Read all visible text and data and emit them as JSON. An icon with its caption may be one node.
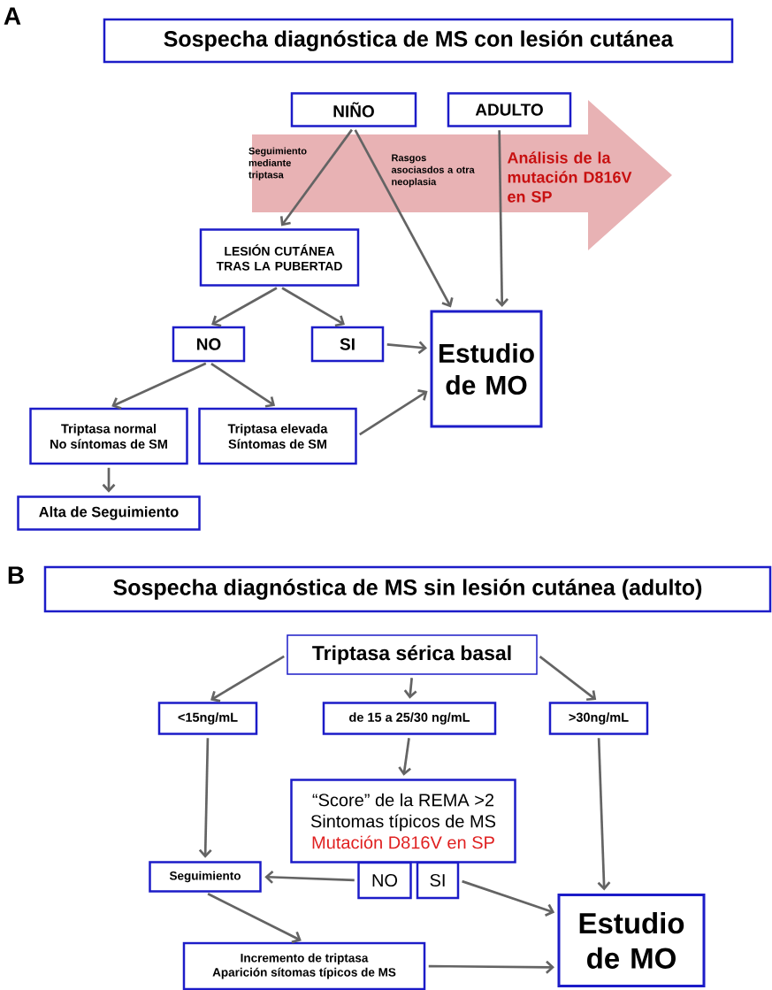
{
  "diagram": {
    "nodes": [
      {
        "text": [
          "Sospecha diagnóstica de MS con lesión cutánea"
        ]
      },
      {
        "text": [
          "NIÑO"
        ]
      },
      {
        "text": [
          "ADULTO"
        ]
      },
      {
        "text": [
          "Análisis de la mutación D816V en SP"
        ]
      },
      {
        "text": [
          "LESIÓN CUTÁNEA TRAS LA PUBERTAD"
        ]
      },
      {
        "text": [
          "NO"
        ]
      },
      {
        "text": [
          "SI"
        ]
      },
      {
        "text": [
          "Estudio de MO"
        ]
      },
      {
        "text": [
          "Triptasa normal",
          "No síntomas de SM"
        ]
      },
      {
        "text": [
          "Triptasa elevada",
          "Síntomas de SM"
        ]
      },
      {
        "text": [
          "Alta de Seguimiento"
        ]
      },
      {
        "text": [
          "Sospecha diagnóstica de MS sin lesión cutánea (adulto)"
        ]
      },
      {
        "text": [
          "Triptasa sérica basal"
        ]
      },
      {
        "text": [
          "<15ng/mL"
        ]
      },
      {
        "text": [
          "de 15 a 25/30 ng/mL"
        ]
      },
      {
        "text": [
          ">30ng/mL"
        ]
      },
      {
        "text": [
          "“Score” de la REMA >2",
          "Sintomas típicos de MS",
          "Mutación D816V en SP"
        ]
      },
      {
        "text": [
          "NO"
        ]
      },
      {
        "text": [
          "SI"
        ]
      },
      {
        "text": [
          "Seguimiento"
        ]
      },
      {
        "text": [
          "Estudio de MO"
        ]
      },
      {
        "text": [
          "Incremento de triptasa",
          "Aparición sítomas típicos de MS"
        ]
      }
    ],
    "edges": [
      {
        "from": 1,
        "to": 4,
        "arrow": "to",
        "label": "Seguimiento mediante triptasa"
      },
      {
        "from": 1,
        "to": 7,
        "arrow": "to",
        "label": "Rasgos asociasdos a otra neoplasia"
      },
      {
        "from": 2,
        "to": 7,
        "arrow": "to"
      },
      {
        "from": 4,
        "to": 5,
        "arrow": "to"
      },
      {
        "from": 4,
        "to": 6,
        "arrow": "to"
      },
      {
        "from": 6,
        "to": 7,
        "arrow": "to"
      },
      {
        "from": 5,
        "to": 8,
        "arrow": "to"
      },
      {
        "from": 5,
        "to": 9,
        "arrow": "to"
      },
      {
        "from": 9,
        "to": 7,
        "arrow": "to"
      },
      {
        "from": 8,
        "to": 10,
        "arrow": "to"
      },
      {
        "from": 12,
        "to": 13,
        "arrow": "to"
      },
      {
        "from": 12,
        "to": 14,
        "arrow": "to"
      },
      {
        "from": 12,
        "to": 15,
        "arrow": "to"
      },
      {
        "from": 14,
        "to": 16,
        "arrow": "to"
      },
      {
        "from": 13,
        "to": 19,
        "arrow": "to"
      },
      {
        "from": 15,
        "to": 20,
        "arrow": "to"
      },
      {
        "from": 17,
        "to": 19,
        "arrow": "to"
      },
      {
        "from": 18,
        "to": 20,
        "arrow": "to"
      },
      {
        "from": 19,
        "to": 21,
        "arrow": "to"
      },
      {
        "from": 21,
        "to": 20,
        "arrow": "to"
      }
    ],
    "labels": [
      "A",
      "B"
    ]
  }
}
